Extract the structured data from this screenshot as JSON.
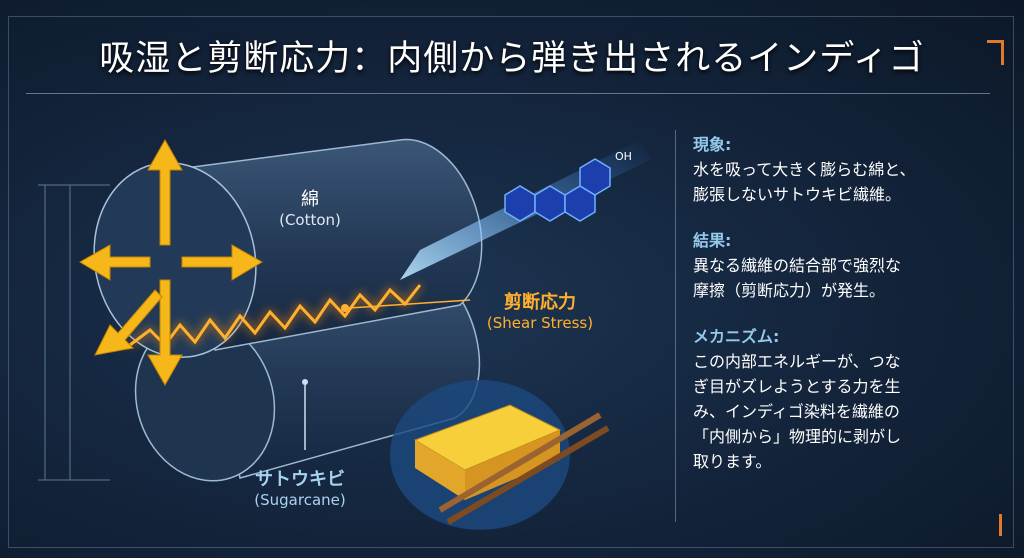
{
  "title": "吸湿と剪断応力：内側から弾き出されるインディゴ",
  "labels": {
    "cotton_jp": "綿",
    "cotton_en": "(Cotton)",
    "shear_jp": "剪断応力",
    "shear_en": "(Shear Stress)",
    "sugarcane_jp": "サトウキビ",
    "sugarcane_en": "(Sugarcane)",
    "molecule_group": "OH"
  },
  "panel": [
    {
      "heading": "現象:",
      "body": "水を吸って大きく膨らむ綿と、\n膨張しないサトウキビ繊維。"
    },
    {
      "heading": "結果:",
      "body": "異なる繊維の結合部で強烈な\n摩擦（剪断応力）が発生。"
    },
    {
      "heading": "メカニズム:",
      "body": "この内部エネルギーが、つな\nぎ目がズレようとする力を生\nみ、インディゴ染料を繊維の\n「内側から」物理的に剥がし\n取ります。"
    }
  ],
  "colors": {
    "accent": "#f5a623",
    "heading": "#93c9ea",
    "background": "#13233a"
  }
}
